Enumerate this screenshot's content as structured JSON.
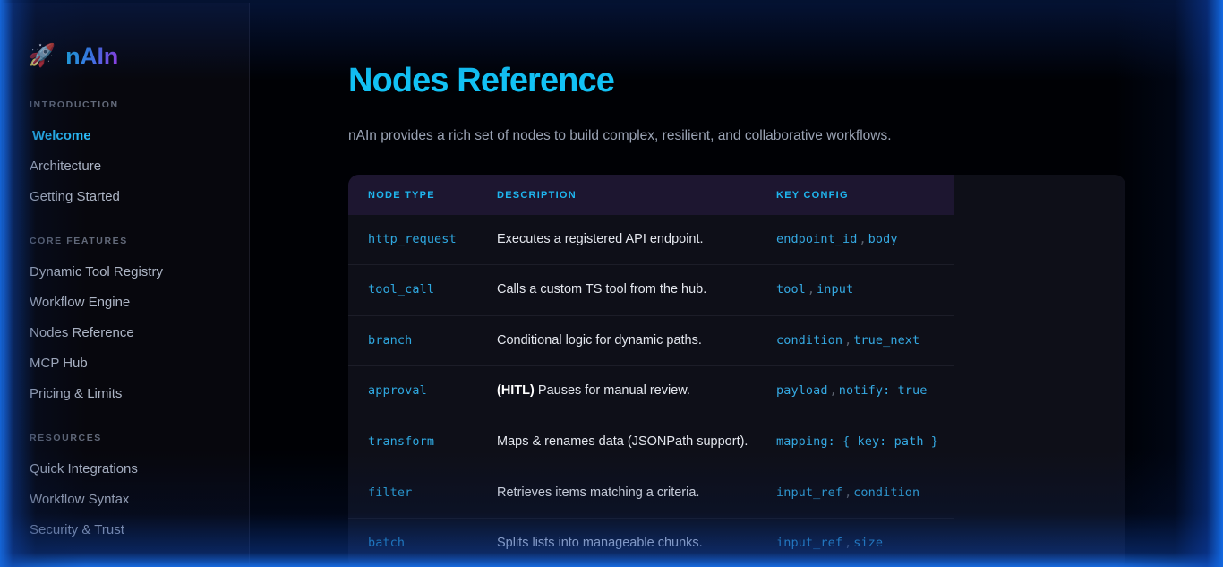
{
  "brand": {
    "icon": "rocket-icon",
    "glyph": "🚀",
    "name": "nAIn"
  },
  "sidebar": {
    "groups": [
      {
        "heading": "INTRODUCTION",
        "items": [
          {
            "label": "Welcome",
            "active": true
          },
          {
            "label": "Architecture",
            "active": false
          },
          {
            "label": "Getting Started",
            "active": false
          }
        ]
      },
      {
        "heading": "CORE FEATURES",
        "items": [
          {
            "label": "Dynamic Tool Registry",
            "active": false
          },
          {
            "label": "Workflow Engine",
            "active": false
          },
          {
            "label": "Nodes Reference",
            "active": false
          },
          {
            "label": "MCP Hub",
            "active": false
          },
          {
            "label": "Pricing & Limits",
            "active": false
          }
        ]
      },
      {
        "heading": "RESOURCES",
        "items": [
          {
            "label": "Quick Integrations",
            "active": false
          },
          {
            "label": "Workflow Syntax",
            "active": false
          },
          {
            "label": "Security & Trust",
            "active": false
          }
        ]
      }
    ]
  },
  "main": {
    "title": "Nodes Reference",
    "intro": "nAIn provides a rich set of nodes to build complex, resilient, and collaborative workflows."
  },
  "table": {
    "columns": [
      "NODE TYPE",
      "DESCRIPTION",
      "KEY CONFIG"
    ],
    "rows": [
      {
        "node": "http_request",
        "desc_strong": "",
        "desc": "Executes a registered API endpoint.",
        "keys": [
          "endpoint_id",
          "body"
        ]
      },
      {
        "node": "tool_call",
        "desc_strong": "",
        "desc": "Calls a custom TS tool from the hub.",
        "keys": [
          "tool",
          "input"
        ]
      },
      {
        "node": "branch",
        "desc_strong": "",
        "desc": "Conditional logic for dynamic paths.",
        "keys": [
          "condition",
          "true_next"
        ]
      },
      {
        "node": "approval",
        "desc_strong": "(HITL)",
        "desc": "Pauses for manual review.",
        "keys": [
          "payload",
          "notify: true"
        ]
      },
      {
        "node": "transform",
        "desc_strong": "",
        "desc": "Maps & renames data (JSONPath support).",
        "keys": [
          "mapping: { key: path }"
        ]
      },
      {
        "node": "filter",
        "desc_strong": "",
        "desc": "Retrieves items matching a criteria.",
        "keys": [
          "input_ref",
          "condition"
        ]
      },
      {
        "node": "batch",
        "desc_strong": "",
        "desc": "Splits lists into manageable chunks.",
        "keys": [
          "input_ref",
          "size"
        ]
      }
    ]
  },
  "colors": {
    "accent_cyan": "#12c2f5",
    "brand_gradient_start": "#22b8f0",
    "brand_gradient_end": "#a13cf0",
    "table_header_bg": "#1d1630",
    "glow_blue": "#1565d8",
    "code_blue": "#2fa8e0"
  }
}
